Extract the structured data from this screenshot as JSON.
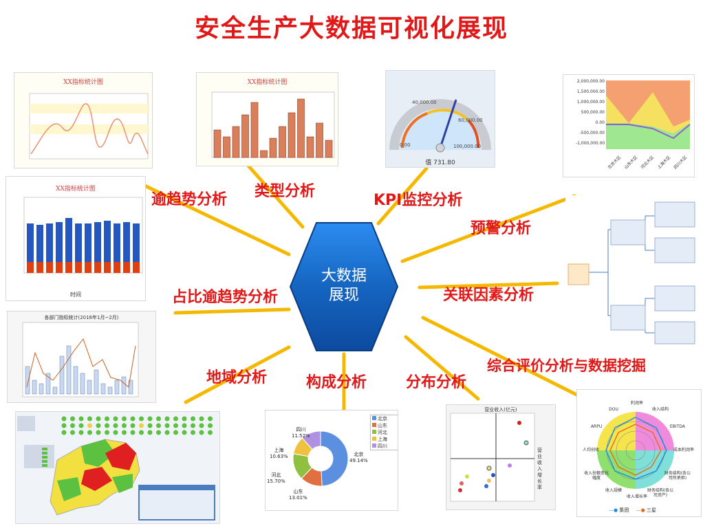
{
  "title": "安全生产大数据可视化展现",
  "center": {
    "line1": "大数据",
    "line2": "展现"
  },
  "labels": {
    "trend": "逾趋势分析",
    "type": "类型分析",
    "kpi": "KPI监控分析",
    "warning": "预警分析",
    "ratio_trend": "占比逾趋势分析",
    "relation": "关联因素分析",
    "region": "地域分析",
    "composition": "构成分析",
    "distribution": "分布分析",
    "evaluation": "综合评价分析与数据挖掘"
  },
  "thumbnails": {
    "trend_title": "XX指标统计图",
    "type_title": "XX指标统计图",
    "stacked_title": "XX指标统计图",
    "kpi_readout": "值 731.80",
    "kpi_ticks": [
      "0.00",
      "40,000.00",
      "60,000.00",
      "100,000.00"
    ],
    "warning_yticks": [
      "2,000,000.00",
      "1,500,000.00",
      "1,000,000.00",
      "500,000.00",
      "0.00",
      "-500,000.00",
      "-1,000,000.00"
    ],
    "warning_cats": [
      "北京大区",
      "山东大区",
      "河北大区",
      "上海大区",
      "四川大区"
    ],
    "combo_title": "各部门指标统计(2016年1月~2月)",
    "stacked_xlabel": "时间"
  },
  "pie": {
    "legend": [
      "北京",
      "山东",
      "河北",
      "上海",
      "四川"
    ],
    "slices": [
      {
        "name": "北京",
        "value": 49.14,
        "label": "49.14%",
        "color": "#5b8fe0"
      },
      {
        "name": "山东",
        "value": 13.01,
        "label": "13.01%",
        "color": "#e07040"
      },
      {
        "name": "河北",
        "value": 15.7,
        "label": "15.70%",
        "color": "#90c040"
      },
      {
        "name": "上海",
        "value": 10.63,
        "label": "10.63%",
        "color": "#f0c040"
      },
      {
        "name": "四川",
        "value": 11.52,
        "label": "11.52%",
        "color": "#b090e0"
      }
    ]
  },
  "scatter": {
    "title": "营业收入(亿元)",
    "ylabel": "营业收入增长率"
  },
  "radar": {
    "axes": [
      "利润率",
      "收入结构",
      "EBITDA",
      "成本利润率",
      "财务结构(各公司所承担)",
      "财务结构(各公司资产)",
      "收入增长率",
      "收入规模",
      "收入份额变化幅度",
      "人均创收",
      "ARPU",
      "DOU"
    ],
    "legend": [
      "集团",
      "三星"
    ]
  },
  "colors": {
    "accent": "#e01818",
    "connector": "#f5b800",
    "hex": "#1565c0"
  }
}
